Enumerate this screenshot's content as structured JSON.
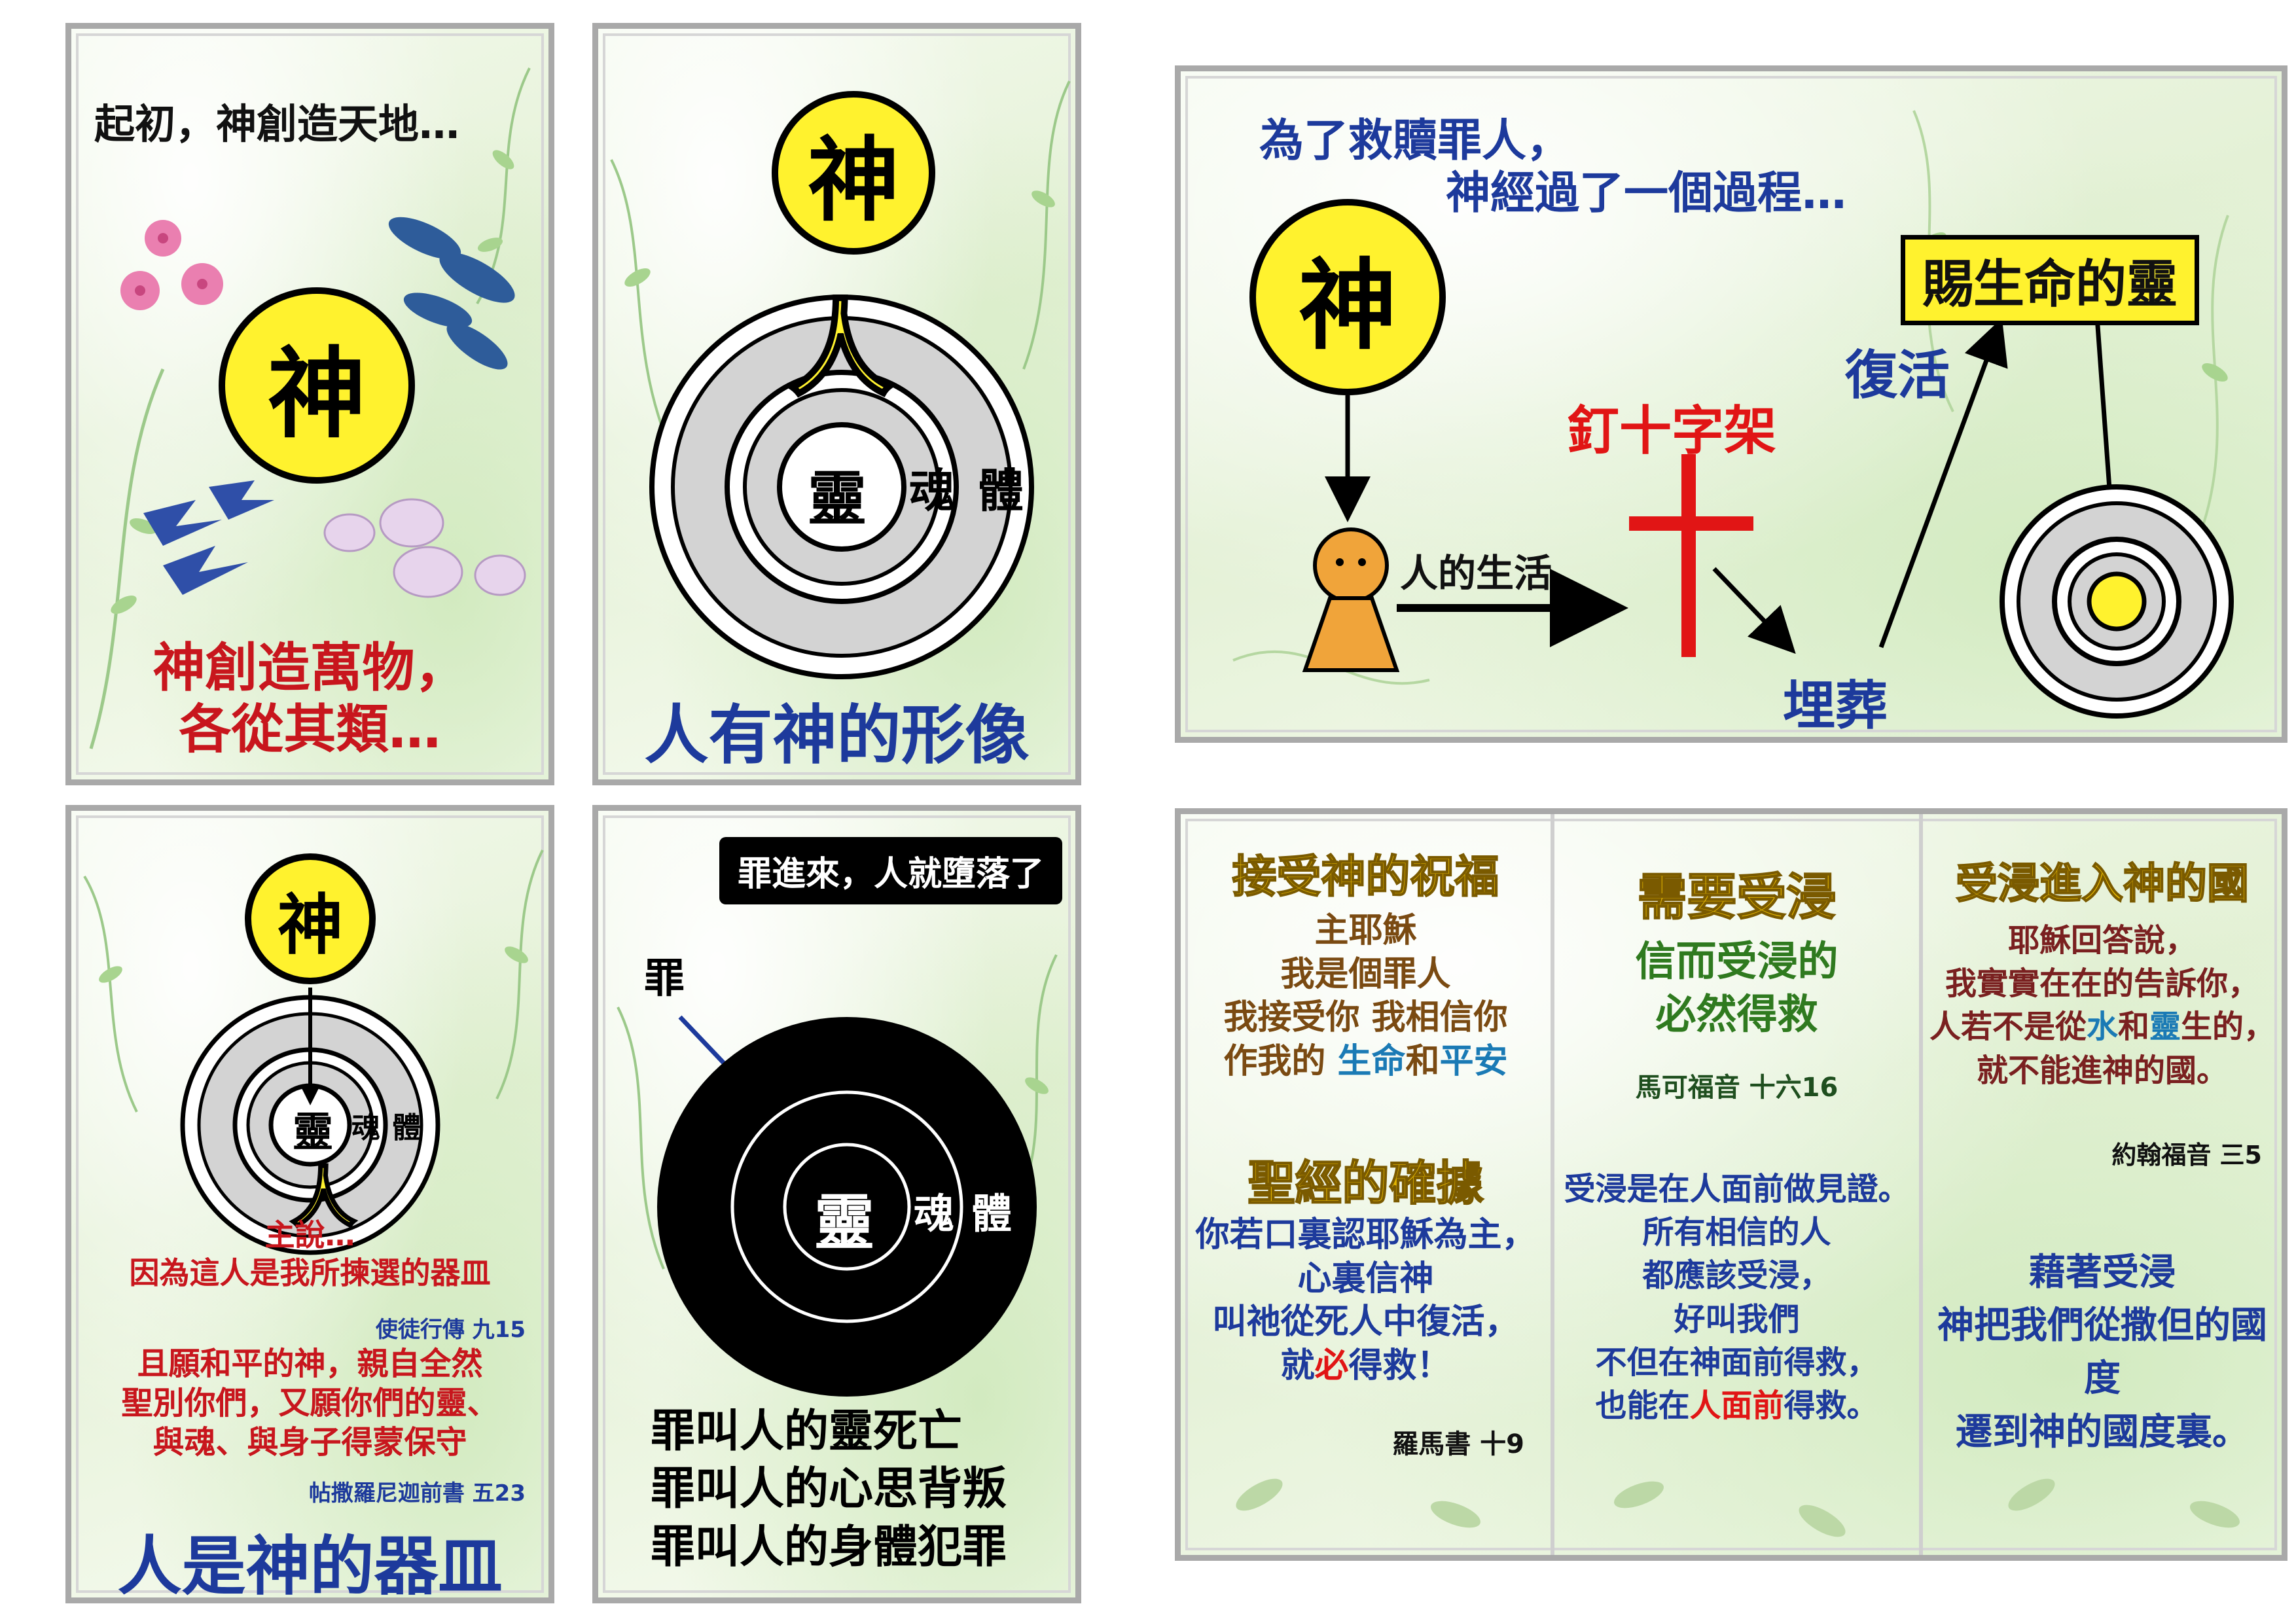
{
  "card1": {
    "top_text": "起初，神創造天地…",
    "god": "神",
    "bottom_line1": "神創造萬物，",
    "bottom_line2": "各從其類…"
  },
  "card2": {
    "god": "神",
    "person": "人",
    "spirit": "靈",
    "soul": "魂",
    "body": "體",
    "caption": "人有神的形像"
  },
  "card3": {
    "title_line1": "為了救贖罪人，",
    "title_line2": "神經過了一個過程…",
    "god": "神",
    "life_label": "人的生活",
    "cross_label": "釘十字架",
    "burial_label": "埋葬",
    "resurrection_label": "復活",
    "spirit_box": "賜生命的靈"
  },
  "card4": {
    "god": "神",
    "spirit": "靈",
    "soul": "魂",
    "body": "體",
    "person": "人",
    "verse1_line1": "主說…",
    "verse1_line2": "因為這人是我所揀選的器皿",
    "verse1_ref": "使徒行傳 九15",
    "verse2_line1": "且願和平的神，親自全然",
    "verse2_line2": "聖別你們，又願你們的靈、",
    "verse2_line3": "與魂、與身子得蒙保守",
    "verse2_ref": "帖撒羅尼迦前書 五23",
    "caption": "人是神的器皿"
  },
  "card5": {
    "banner": "罪進來，人就墮落了",
    "sin_label": "罪",
    "spirit": "靈",
    "soul": "魂",
    "body": "體",
    "line1": "罪叫人的靈死亡",
    "line2": "罪叫人的心思背叛",
    "line3": "罪叫人的身體犯罪"
  },
  "card6": {
    "col1": {
      "heading": "接受神的祝福",
      "l1": "主耶穌",
      "l2": "我是個罪人",
      "l3": "我接受你 我相信你",
      "l4a": "作我的 ",
      "l4b": "生命",
      "l4c": "和",
      "l4d": "平安",
      "heading2": "聖經的確據",
      "p1": "你若口裏認耶穌為主，",
      "p2": "心裏信神",
      "p3": "叫祂從死人中復活，",
      "p4a": "就",
      "p4b": "必",
      "p4c": "得救！",
      "ref": "羅馬書 十9"
    },
    "col2": {
      "heading": "需要受浸",
      "l1": "信而受浸的",
      "l2": "必然得救",
      "ref": "馬可福音 十六16",
      "p1": "受浸是在人面前做見證。",
      "p2": "所有相信的人",
      "p3": "都應該受浸，",
      "p4": "好叫我們",
      "p5": "不但在神面前得救，",
      "p6a": "也能在",
      "p6b": "人面前",
      "p6c": "得救。"
    },
    "col3": {
      "heading": "受浸進入神的國",
      "l1": "耶穌回答說，",
      "l2": "我實實在在的告訴你，",
      "l3a": "人若不是從",
      "l3b": "水",
      "l3c": "和",
      "l3d": "靈",
      "l3e": "生的，",
      "l4": "就不能進神的國。",
      "ref": "約翰福音 三5",
      "p1": "藉著受浸",
      "p2": "神把我們從撒但的國度",
      "p3": "遷到神的國度裏。"
    }
  },
  "colors": {
    "god_yellow": "#fff22e",
    "red": "#c8161d",
    "blue": "#1d3a9c",
    "gold": "#e1b400",
    "green": "#2f7a1f",
    "brown": "#7a4a12"
  }
}
